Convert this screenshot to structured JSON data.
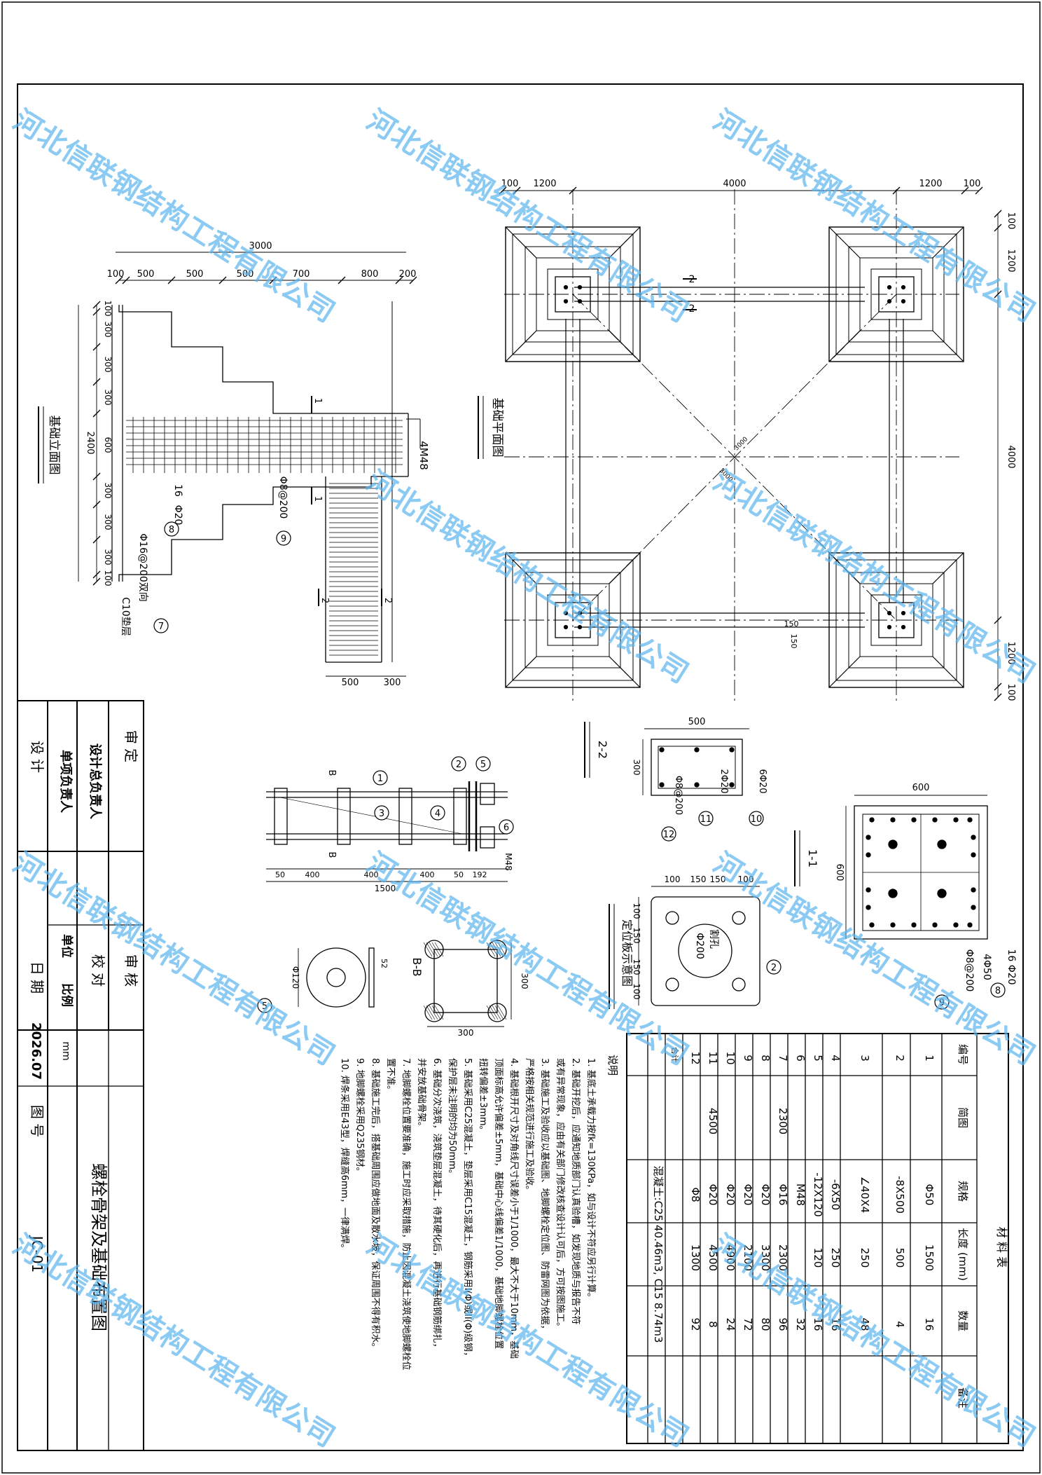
{
  "watermark": "河北信联钢结构工程有限公司",
  "plan": {
    "title": "基础平面图",
    "dim_top": [
      "100",
      "1200",
      "4000",
      "1200",
      "100"
    ],
    "dim_right": [
      "100",
      "1200",
      "4000",
      "1200",
      "100"
    ],
    "section_22": "2",
    "offset_150": "150",
    "diag_a": "3000",
    "diag_b": "3000"
  },
  "elevation": {
    "title": "基础立面图",
    "dim_total": "3000",
    "dim_top": [
      "100",
      "500",
      "500",
      "500",
      "700",
      "800",
      "200"
    ],
    "dim_left_total": "2400",
    "dim_left": [
      "100",
      "300",
      "300",
      "300",
      "600",
      "300",
      "300",
      "300",
      "100"
    ],
    "bolt_label": "4M48",
    "rebar_16": "16",
    "rebar_20": "Φ20",
    "rebar_8": "Φ8@200",
    "rebar_7": "Φ16@200双向",
    "cushion": "C10垫层",
    "dim_bottom": [
      "500",
      "300"
    ],
    "marks": [
      "1",
      "1",
      "2",
      "2"
    ],
    "circles": [
      "7",
      "8",
      "9"
    ]
  },
  "section22": {
    "title": "2-2",
    "dim_w": "500",
    "dim_h": "300",
    "r1": "6Φ20",
    "r2": "2Φ20",
    "r3": "Φ8@200",
    "circles": [
      "10",
      "11",
      "12"
    ]
  },
  "section11": {
    "title": "1-1",
    "dim_w": "600",
    "dim_h": "600",
    "r1": "16 Φ20",
    "r2": "4Φ50",
    "r3": "Φ8@200",
    "circles": [
      "8",
      "9"
    ]
  },
  "anchor": {
    "label_b": "B",
    "label_m48": "M48",
    "dims": [
      "50",
      "400",
      "400",
      "400",
      "50",
      "192"
    ],
    "dim_total": "1500",
    "circles": [
      "1",
      "2",
      "3",
      "4",
      "5",
      "6"
    ]
  },
  "plate": {
    "title": "定位板示意图",
    "dims_top": [
      "100",
      "150",
      "150",
      "100"
    ],
    "dims_left": [
      "100",
      "150",
      "150",
      "100"
    ],
    "hole_label": "割孔",
    "hole_dia": "Φ200",
    "circle": "2"
  },
  "washer": {
    "dia": "Φ120",
    "thk": "52",
    "circle": "5"
  },
  "bb": {
    "title": "B-B",
    "dim_w": "300",
    "dim_h": "300"
  },
  "materials": {
    "title": "材 料 表",
    "headers": [
      "编号",
      "简图",
      "规格",
      "长度 (mm)",
      "数量",
      "备注"
    ],
    "rows": [
      [
        "1",
        "",
        "Φ50",
        "1500",
        "16",
        ""
      ],
      [
        "2",
        "",
        "-8X500",
        "500",
        "4",
        ""
      ],
      [
        "3",
        "",
        "∠40X4",
        "250",
        "48",
        ""
      ],
      [
        "4",
        "",
        "-6X50",
        "250",
        "16",
        ""
      ],
      [
        "5",
        "",
        "-12X120",
        "120",
        "16",
        ""
      ],
      [
        "6",
        "",
        "M48",
        "",
        "32",
        ""
      ],
      [
        "7",
        "2300",
        "Φ16",
        "2300",
        "96",
        ""
      ],
      [
        "8",
        "",
        "Φ20",
        "3300",
        "80",
        ""
      ],
      [
        "9",
        "",
        "Φ20",
        "2100",
        "72",
        ""
      ],
      [
        "10",
        "",
        "Φ20",
        "4900",
        "24",
        ""
      ],
      [
        "11",
        "4500",
        "Φ20",
        "4500",
        "8",
        ""
      ],
      [
        "12",
        "",
        "Φ8",
        "1300",
        "92",
        ""
      ]
    ],
    "total_label": "合计",
    "total_text": "混凝土:C25 40.46m3, C15 8.74m3"
  },
  "notes": {
    "title": "说明",
    "items": [
      "1. 基底土承载力按fk=130KPa，如与设计不符应另行计算。",
      "2. 基础开挖后，应通知地质部门认真验槽，如发现地质与报告不符",
      "   或有异常现象，应由有关部门修改核查设计认可后，方可按图施工。",
      "3. 基础施工及验收应以基础图、地脚螺栓定位图、防雷网图为依据，",
      "   严格按相关规范进行施工及验收。",
      "4. 基础根开尺寸及对角线尺寸误差小于1/1000，最大不大于10mm，基础",
      "   顶面标高允许偏差±5mm，基础中心线偏差1/1000，基础地脚螺栓位置",
      "   扭转偏差±3mm。",
      "5. 基础采用C25混凝土，垫层采用C15混凝土，钢筋采用I(Φ)或II(Φ)级钢，",
      "   保护层未注明的均为50mm。",
      "6. 基础分次浇筑，浇筑垫层混凝土，待其硬化后，再进行基础钢筋绑扎，",
      "   并安放基础骨架。",
      "7. 地脚螺栓位置要准确，施工时应采取措施，防止因混凝土浇筑使地脚螺栓位",
      "   置不准。",
      "8. 基础施工完后，搭基础周围应做地面及散水坡，保证周围不得有积水。",
      "9. 地脚螺栓采用Q235钢材。",
      "10. 焊条采用E43型，焊缝高6mm，一律满焊。"
    ]
  },
  "title_block": {
    "review": "审 定",
    "chief": "设计总负责人",
    "single": "单项负责人",
    "design": "设 计",
    "audit": "审 核",
    "check": "校 对",
    "unit": "单位",
    "ratio": "比例",
    "unit_val": "mm",
    "date": "日 期",
    "date_val": "2026.07",
    "drawing_no": "图 号",
    "drawing_title": "螺栓骨架及基础布置图",
    "drawing_code": "JC-01"
  }
}
